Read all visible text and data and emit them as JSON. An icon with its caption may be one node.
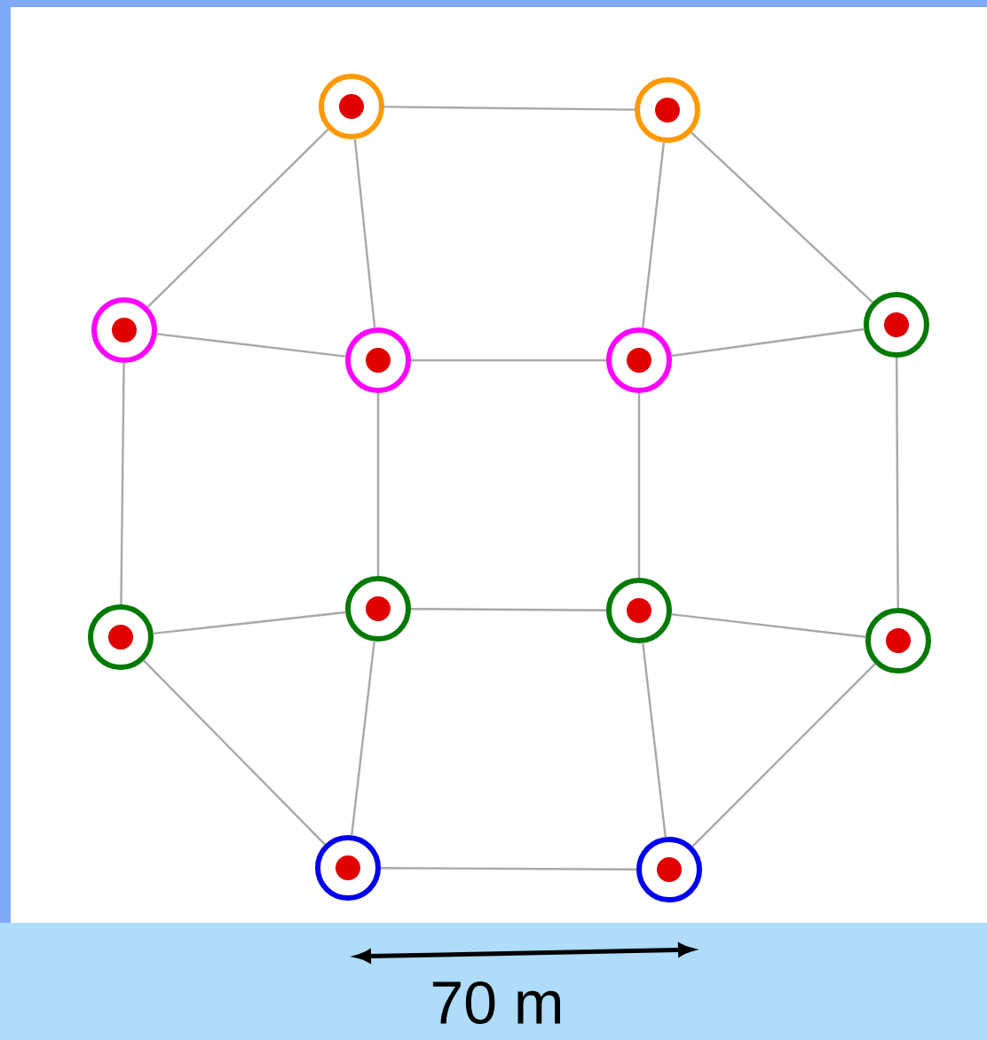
{
  "diagram": {
    "nodes": [
      {
        "text": [],
        "shape": "circle"
      },
      {
        "text": [],
        "shape": "circle"
      },
      {
        "text": [],
        "shape": "circle"
      },
      {
        "text": [],
        "shape": "circle"
      },
      {
        "text": [],
        "shape": "circle"
      },
      {
        "text": [],
        "shape": "circle"
      },
      {
        "text": [],
        "shape": "circle"
      },
      {
        "text": [],
        "shape": "circle"
      },
      {
        "text": [],
        "shape": "circle"
      },
      {
        "text": [],
        "shape": "circle"
      },
      {
        "text": [],
        "shape": "circle"
      },
      {
        "text": [],
        "shape": "circle"
      }
    ],
    "edges": [
      {
        "from": 0,
        "to": 1,
        "arrow": "none"
      },
      {
        "from": 0,
        "to": 2,
        "arrow": "none"
      },
      {
        "from": 0,
        "to": 3,
        "arrow": "none"
      },
      {
        "from": 1,
        "to": 4,
        "arrow": "none"
      },
      {
        "from": 1,
        "to": 5,
        "arrow": "none"
      },
      {
        "from": 2,
        "to": 3,
        "arrow": "none"
      },
      {
        "from": 3,
        "to": 4,
        "arrow": "none"
      },
      {
        "from": 4,
        "to": 5,
        "arrow": "none"
      },
      {
        "from": 2,
        "to": 6,
        "arrow": "none"
      },
      {
        "from": 3,
        "to": 7,
        "arrow": "none"
      },
      {
        "from": 4,
        "to": 8,
        "arrow": "none"
      },
      {
        "from": 5,
        "to": 9,
        "arrow": "none"
      },
      {
        "from": 6,
        "to": 7,
        "arrow": "none"
      },
      {
        "from": 7,
        "to": 8,
        "arrow": "none"
      },
      {
        "from": 8,
        "to": 9,
        "arrow": "none"
      },
      {
        "from": 6,
        "to": 10,
        "arrow": "none"
      },
      {
        "from": 7,
        "to": 10,
        "arrow": "none"
      },
      {
        "from": 8,
        "to": 11,
        "arrow": "none"
      },
      {
        "from": 9,
        "to": 11,
        "arrow": "none"
      },
      {
        "from": 10,
        "to": 11,
        "arrow": "none"
      }
    ],
    "labels": [
      "70 m"
    ]
  }
}
